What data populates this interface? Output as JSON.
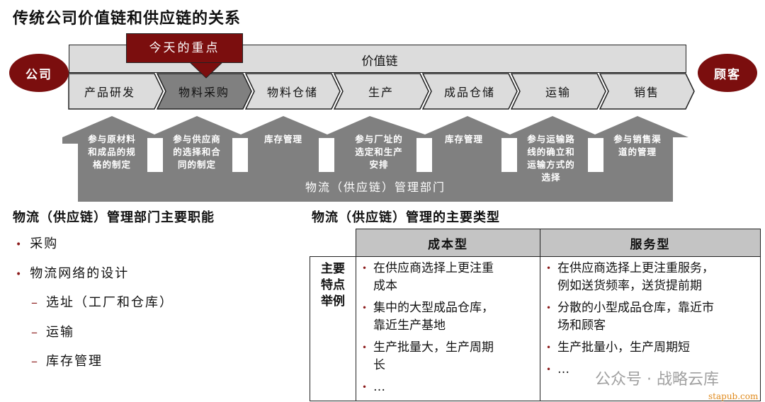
{
  "title": "传统公司价值链和供应链的关系",
  "company": "公司",
  "customer": "顾客",
  "value_chain_label": "价值链",
  "focus_label": "今天的重点",
  "segments": [
    "产品研发",
    "物料采购",
    "物料仓储",
    "生产",
    "成品仓储",
    "运输",
    "销售"
  ],
  "highlighted_segment": "物料采购",
  "activities": [
    [
      "参与原材料",
      "和成品的规",
      "格的制定"
    ],
    [
      "参与供应商",
      "的选择和合",
      "同的制定"
    ],
    [
      "库存管理"
    ],
    [
      "参与厂址的",
      "选定和生产",
      "安排"
    ],
    [
      "库存管理"
    ],
    [
      "参与运输路",
      "线的确立和",
      "运输方式的",
      "选择"
    ],
    [
      "参与销售渠",
      "道的管理"
    ]
  ],
  "department": "物流（供应链）管理部门",
  "functions": {
    "heading": "物流（供应链）管理部门主要职能",
    "items": [
      {
        "text": "采购",
        "level": 1
      },
      {
        "text": "物流网络的设计",
        "level": 1
      },
      {
        "text": "选址（工厂和仓库）",
        "level": 2
      },
      {
        "text": "运输",
        "level": 2
      },
      {
        "text": "库存管理",
        "level": 2
      }
    ]
  },
  "types": {
    "heading": "物流（供应链）管理的主要类型",
    "row_label": [
      "主要",
      "特点",
      "举例"
    ],
    "columns": [
      {
        "header": "成本型",
        "items": [
          [
            "在供应商选择上更注重",
            "成本"
          ],
          [
            "集中的大型成品仓库，",
            "靠近生产基地"
          ],
          [
            "生产批量大，生产周期",
            "长"
          ],
          [
            "…"
          ]
        ]
      },
      {
        "header": "服务型",
        "items": [
          [
            "在供应商选择上更注重服务，",
            "例如送货频率，送货提前期"
          ],
          [
            "分散的小型成品仓库，靠近市",
            "场和顾客"
          ],
          [
            "生产批量小，生产周期短"
          ],
          [
            "…"
          ]
        ]
      }
    ]
  },
  "watermark": "公众号 · 战略云库",
  "site": "stapub.com",
  "colors": {
    "accent": "#7b0e0e",
    "chevron": "#dcdcdc",
    "chevron_active": "#808080",
    "house": "#808080",
    "table_header": "#c4c4c4"
  }
}
